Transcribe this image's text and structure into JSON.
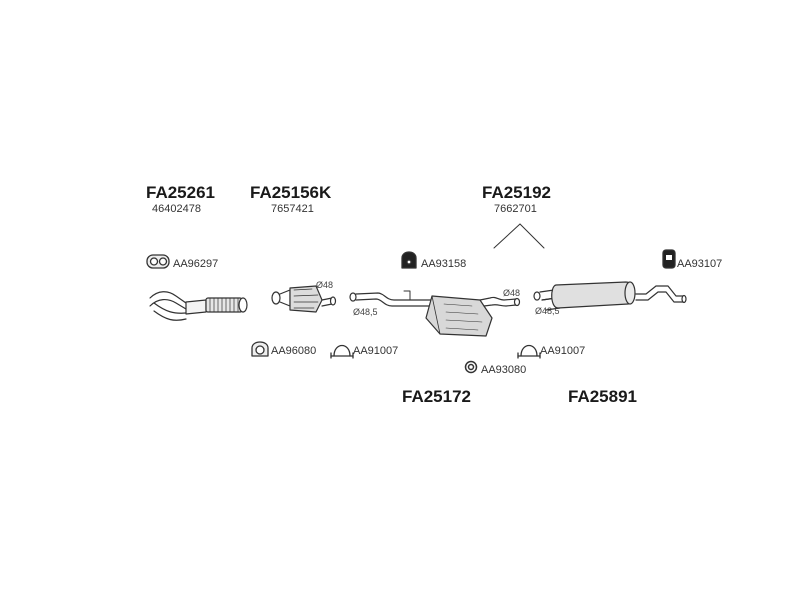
{
  "assembly": {
    "front_pipe": {
      "part_number": "FA25261",
      "oe_number": "46402478"
    },
    "catalyst": {
      "part_number": "FA25156K",
      "oe_number": "7657421"
    },
    "rear_group": {
      "part_number": "FA25192",
      "oe_number": "7662701"
    },
    "middle_silencer": {
      "part_number": "FA25172"
    },
    "rear_silencer": {
      "part_number": "FA25891"
    }
  },
  "accessories": {
    "gasket_front": "AA96297",
    "gasket_cat": "AA96080",
    "clamp_1": "AA91007",
    "hanger_1": "AA93158",
    "ring_1": "AA93080",
    "clamp_2": "AA91007",
    "hanger_2": "AA93107"
  },
  "dimensions": {
    "cat_outlet": "Ø48",
    "middle_inlet": "Ø48,5",
    "middle_outlet": "Ø48",
    "rear_inlet": "Ø48,5"
  }
}
